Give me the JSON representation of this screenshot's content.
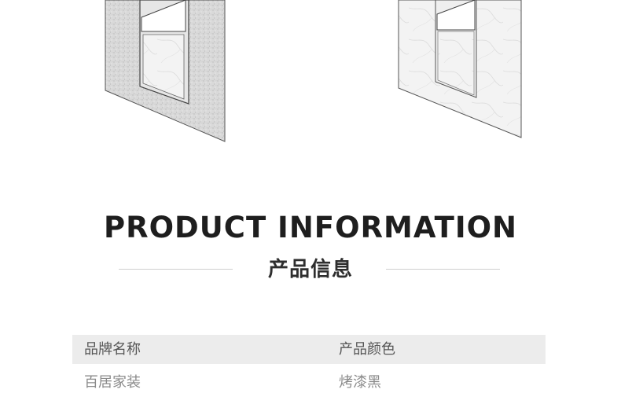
{
  "section": {
    "title_en": "PRODUCT INFORMATION",
    "title_cn": "产品信息"
  },
  "table": {
    "headers": [
      "品牌名称",
      "产品颜色"
    ],
    "values": [
      "百居家装",
      "烤漆黑"
    ]
  },
  "colors": {
    "title": "#1e1e1e",
    "header_bg": "#ececec",
    "divider": "#cfcfcf"
  }
}
